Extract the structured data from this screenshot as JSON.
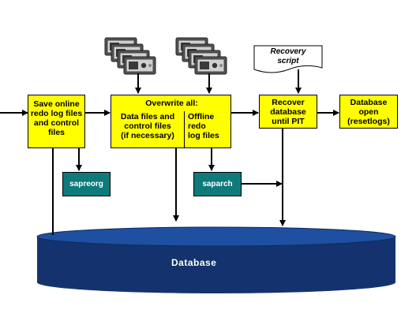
{
  "boxes": {
    "save": {
      "lines": [
        "Save online",
        "redo log files",
        "and control",
        "files"
      ]
    },
    "overwrite": {
      "title": "Overwrite all:",
      "left_lines": [
        "Data files and",
        "control files",
        "(if necessary)"
      ],
      "right_lines": [
        "Offline",
        "redo",
        "log files"
      ]
    },
    "recover": {
      "lines": [
        "Recover",
        "database",
        "until PIT"
      ]
    },
    "open": {
      "lines": [
        "Database",
        "open",
        "(resetlogs)"
      ]
    }
  },
  "tools": {
    "sapreorg": "sapreorg",
    "saparch": "saparch"
  },
  "script": {
    "lines": [
      "Recovery",
      "script"
    ]
  },
  "database": {
    "label": "Database"
  },
  "icons": {
    "tape": "tape-cartridge-icon",
    "document": "document-icon",
    "cylinder": "database-cylinder-icon"
  },
  "colors": {
    "box": "#ffff00",
    "tool": "#0e7a7a",
    "db_top": "#1e4fa0",
    "db_body": "#14336e"
  }
}
